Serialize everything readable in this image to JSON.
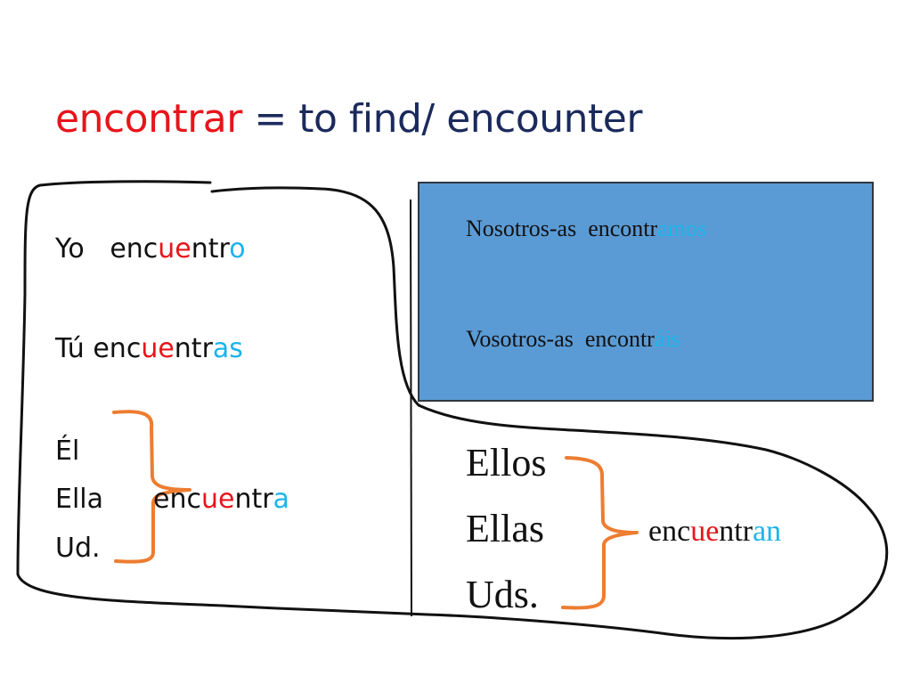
{
  "title": {
    "verb": "encontrar",
    "equals": " = ",
    "meaning": "to find/ encounter"
  },
  "singular": {
    "yo": {
      "pronoun": "Yo",
      "stem": "enc",
      "change": "ue",
      "mid": "ntr",
      "ending": "o"
    },
    "tu": {
      "pronoun": "Tú",
      "stem": "enc",
      "change": "ue",
      "mid": "ntr",
      "ending": "as"
    },
    "el": "Él",
    "ella": "Ella",
    "ud": "Ud.",
    "third": {
      "stem": "enc",
      "change": "ue",
      "mid": "ntr",
      "ending": "a"
    }
  },
  "plural_box": {
    "nosotros": {
      "pronoun": "Nosotros-as",
      "stem": "encontr",
      "ending": "amos"
    },
    "vosotros": {
      "pronoun": "Vosotros-as",
      "stem": "encontr",
      "ending": "áis"
    }
  },
  "plural_third": {
    "ellos": "Ellos",
    "ellas": "Ellas",
    "uds": "Uds.",
    "verb": {
      "stem": "enc",
      "change": "ue",
      "mid": "ntr",
      "ending": "an"
    }
  },
  "colors": {
    "stem_change": "#e8141b",
    "ending": "#1cb4ea",
    "title_text": "#1b2a5c",
    "box_fill": "#5b9bd5",
    "brace": "#ed7d31",
    "outline": "#111111"
  }
}
